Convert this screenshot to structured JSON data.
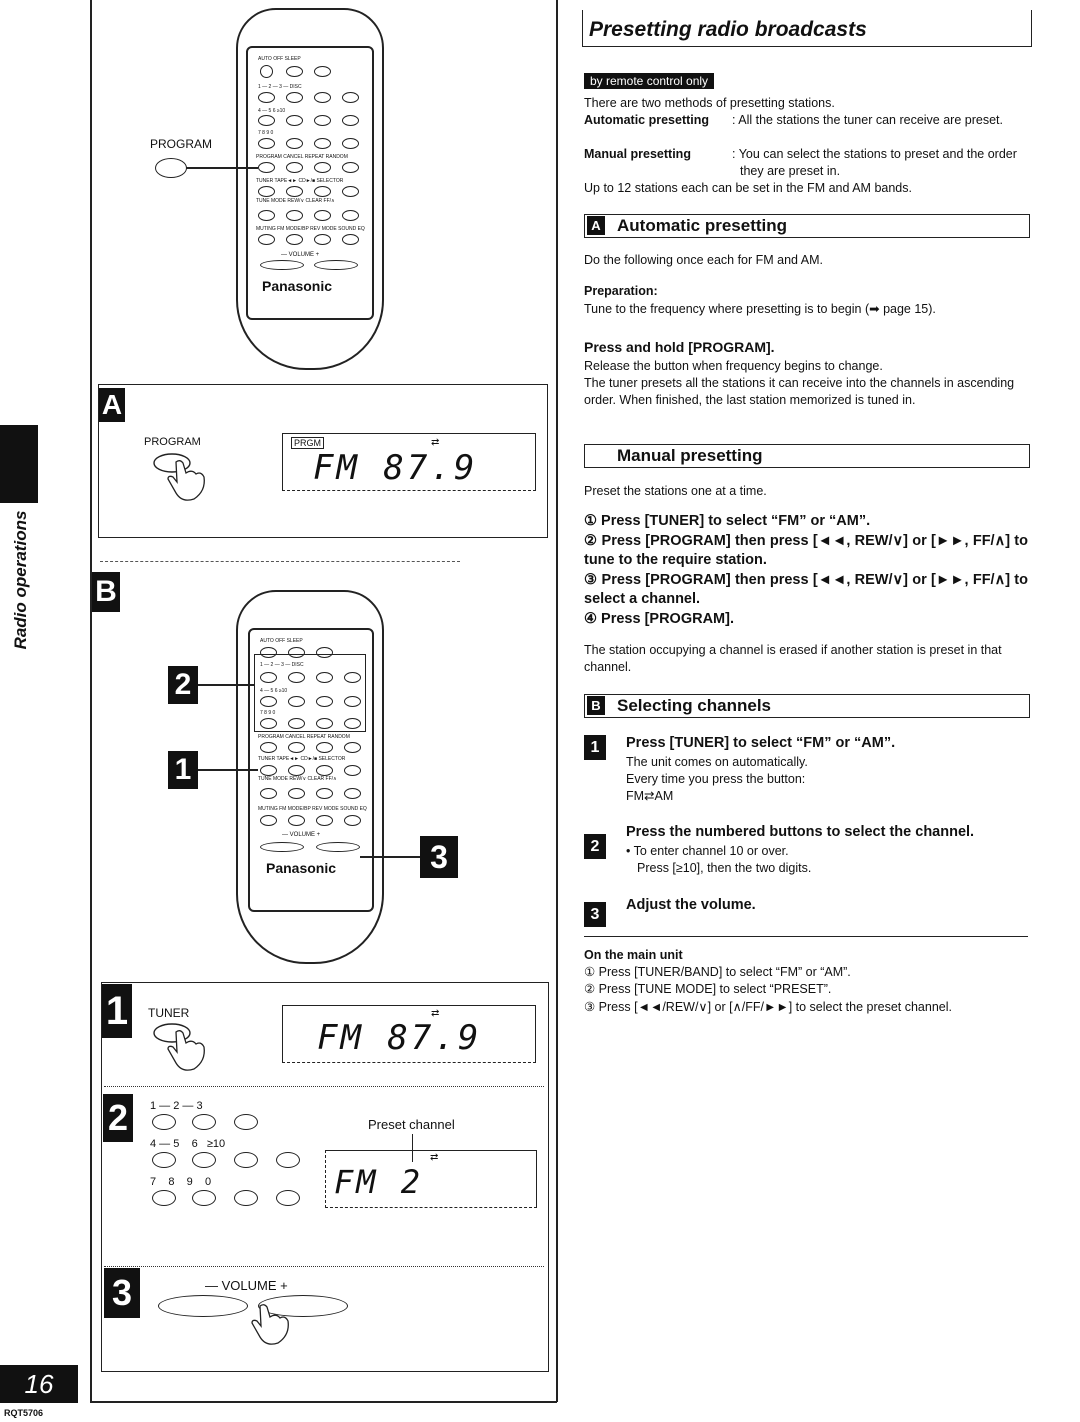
{
  "sidebar": {
    "section_title": "Radio operations",
    "page_number": "16",
    "doc_code": "RQT5706"
  },
  "remote": {
    "brand": "Panasonic",
    "program_label": "PROGRAM",
    "row1": "AUTO OFF  SLEEP",
    "row2": "1 — 2 — 3 — DISC",
    "row3": "4 — 5    6   ≥10",
    "row4": "7    8    9    0",
    "row5": "PROGRAM CANCEL REPEAT RANDOM",
    "row6": "TUNER TAPE◄► CD►/■ SELECTOR",
    "row7": "TUNE MODE  REW/∨  CLEAR  FF/∧",
    "row8": "MUTING  FM MODE/BP  REV MODE  SOUND EQ",
    "volume": "— VOLUME +"
  },
  "panelA": {
    "letter": "A",
    "program_label": "PROGRAM",
    "prgm_indicator": "PRGM",
    "lcd_text": "FM 87.9"
  },
  "panelB": {
    "letter": "B",
    "step_badges": [
      "2",
      "1",
      "3"
    ],
    "step1": {
      "label": "TUNER",
      "lcd_text": "FM 87.9"
    },
    "step2": {
      "keys_row1": "1 — 2 — 3",
      "keys_row2": "4 — 5    6   ≥10",
      "keys_row3": "7    8    9    0",
      "preset_label": "Preset channel",
      "lcd_text": "FM 2"
    },
    "step3": {
      "volume_label": "— VOLUME +"
    }
  },
  "content": {
    "title": "Presetting radio broadcasts",
    "tag": "by remote control only",
    "intro": "There are two methods of presetting stations.",
    "auto_term": "Automatic presetting",
    "auto_def": ": All the stations the tuner can receive are preset.",
    "manual_term": "Manual presetting",
    "manual_def": ": You can select the stations to preset and the order they are preset in.",
    "limit": "Up to 12 stations each can be set in the FM and AM bands.",
    "sectionA": {
      "letter": "A",
      "heading": "Automatic presetting",
      "once": "Do the following once each for FM and AM.",
      "prep_label": "Preparation:",
      "prep_text": "Tune to the frequency where presetting is to begin (➡ page 15).",
      "step_heading": "Press and hold [PROGRAM].",
      "step_text1": "Release the button when frequency begins to change.",
      "step_text2": "The tuner presets all the stations it can receive into the channels in ascending order. When finished, the last station memorized is tuned in."
    },
    "manual": {
      "heading": "Manual presetting",
      "intro": "Preset the stations one at a time.",
      "steps": [
        "① Press [TUNER] to select “FM” or “AM”.",
        "② Press [PROGRAM] then press [◄◄, REW/∨] or [►►, FF/∧] to tune to the require station.",
        "③ Press [PROGRAM] then press [◄◄, REW/∨] or [►►, FF/∧] to select a channel.",
        "④ Press [PROGRAM]."
      ],
      "note": "The station occupying a channel is erased if another station is preset in that channel."
    },
    "sectionB": {
      "letter": "B",
      "heading": "Selecting channels",
      "step1_heading": "Press [TUNER] to select “FM” or “AM”.",
      "step1_text1": "The unit comes on automatically.",
      "step1_text2": "Every time you press the button:",
      "step1_text3": "FM⇄AM",
      "step2_heading": "Press the numbered buttons to select the channel.",
      "step2_text1": "• To enter channel 10 or over.",
      "step2_text2": "Press [≥10], then the two digits.",
      "step3_heading": "Adjust the volume."
    },
    "main_unit": {
      "heading": "On the main unit",
      "lines": [
        "① Press [TUNER/BAND] to select “FM” or “AM”.",
        "② Press [TUNE MODE] to select “PRESET”.",
        "③ Press [◄◄/REW/∨] or [∧/FF/►►] to select the preset channel."
      ]
    }
  }
}
